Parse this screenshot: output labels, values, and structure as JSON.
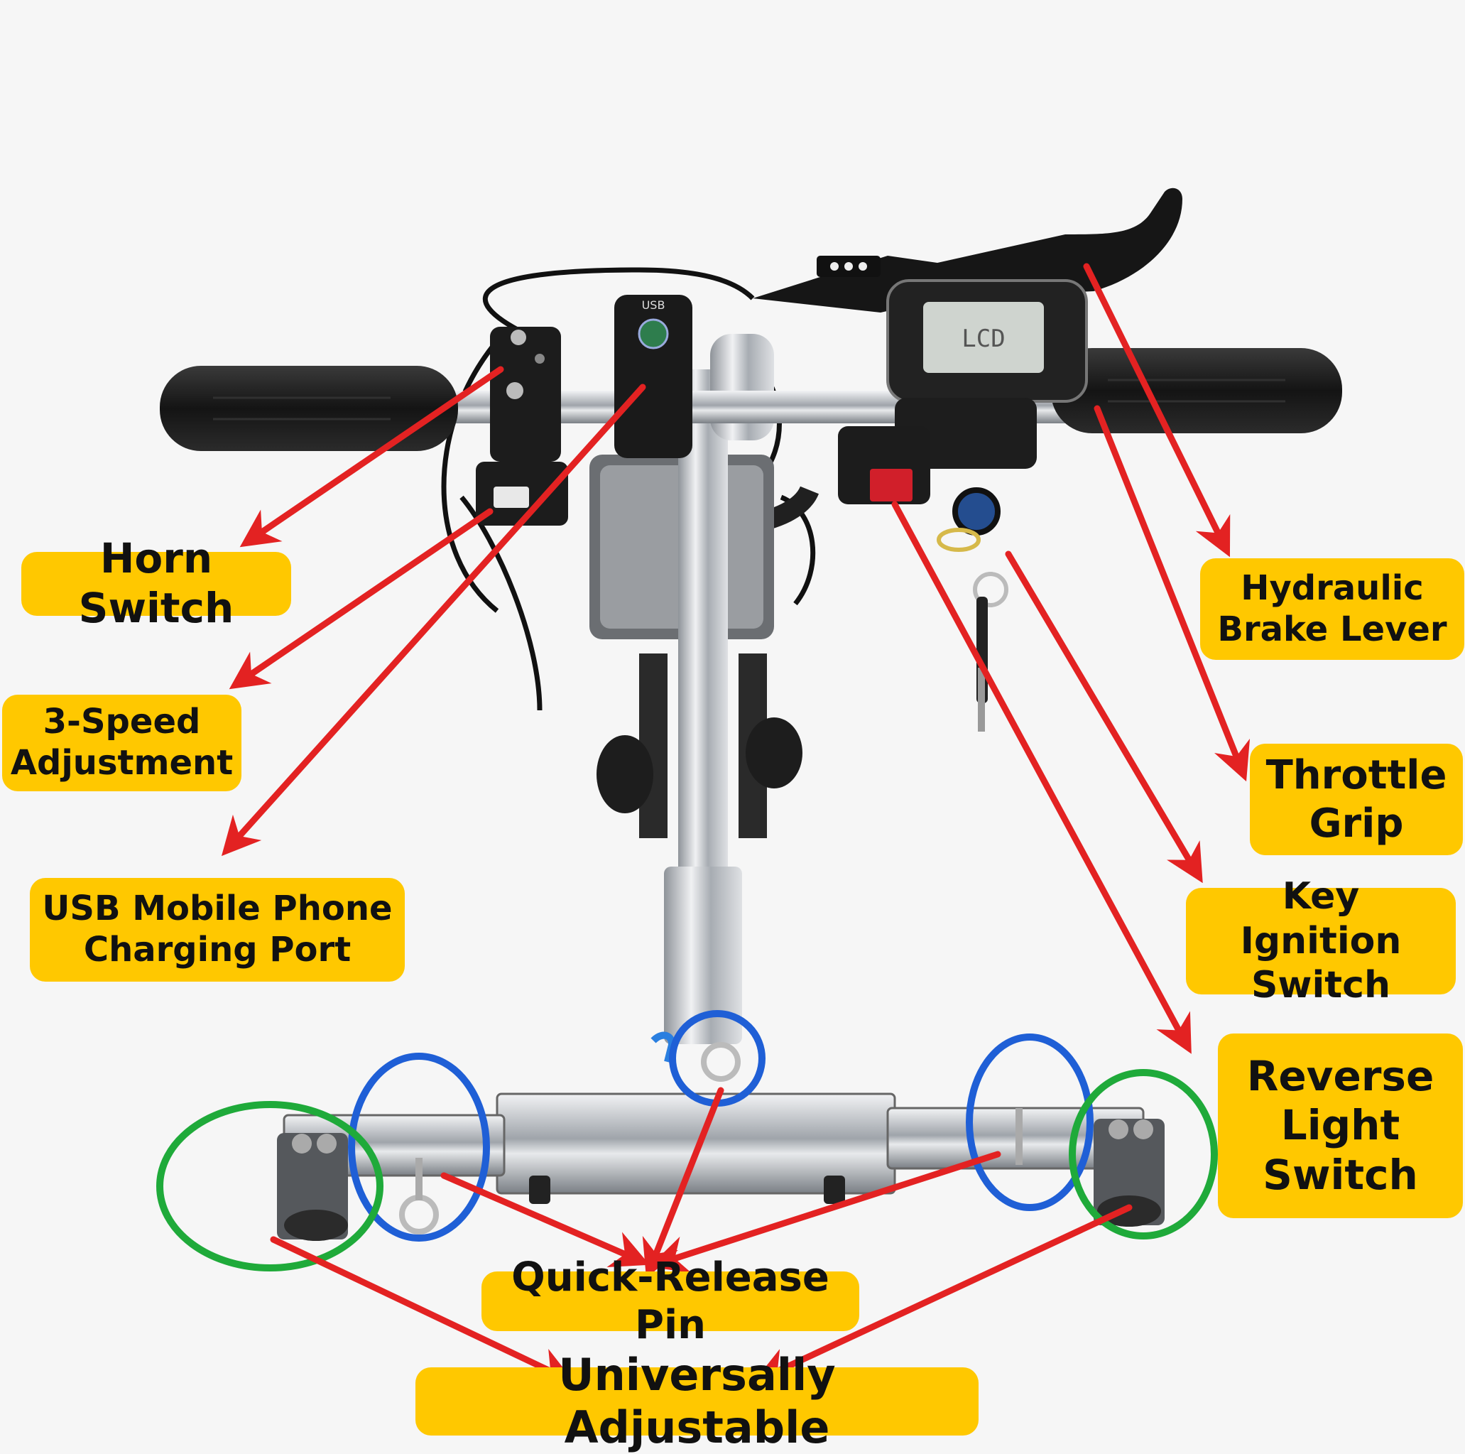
{
  "labels": {
    "horn_switch": "Horn Switch",
    "speed_adjustment": "3-Speed\nAdjustment",
    "usb_port": "USB Mobile Phone\nCharging Port",
    "brake_lever": "Hydraulic\nBrake Lever",
    "throttle_grip": "Throttle\nGrip",
    "key_ignition": "Key Ignition\nSwitch",
    "reverse_light": "Reverse\nLight\nSwitch",
    "quick_release": "Quick-Release Pin",
    "universally_adjustable": "Universally Adjustable"
  },
  "display": {
    "lcd_text": "LCD",
    "usb_text": "USB"
  },
  "colors": {
    "label_bg": "#ffc800",
    "arrow": "#e32222",
    "circle_blue": "#1f5fd6",
    "circle_green": "#1faa3a",
    "rubber": "#1e1e1e",
    "chrome": "#c9ccd0"
  }
}
